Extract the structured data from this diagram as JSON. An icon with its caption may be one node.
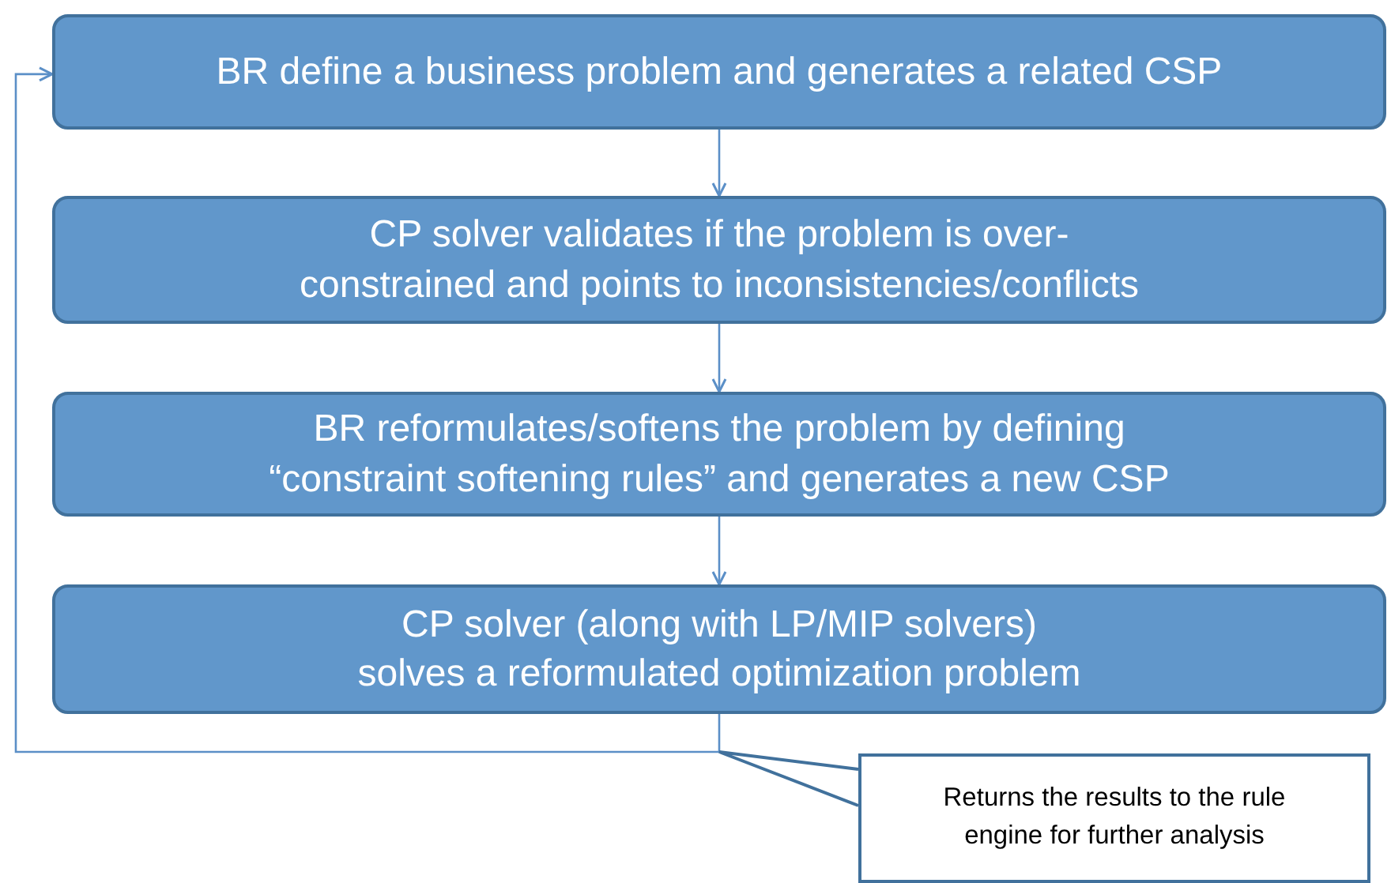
{
  "diagram": {
    "nodes": [
      {
        "text": [
          "BR define a business problem and generates a related CSP"
        ]
      },
      {
        "text": [
          "CP solver validates if the problem is over-constrained and points to inconsistencies/conflicts"
        ]
      },
      {
        "text": [
          "BR reformulates/softens the problem by defining “constraint softening rules” and generates a new  CSP"
        ]
      },
      {
        "text": [
          "CP solver (along with LP/MIP solvers) solves a reformulated optimization problem"
        ]
      },
      {
        "text": [
          "Returns the results to the rule engine for further analysis"
        ]
      }
    ],
    "edges": [
      {
        "from": 0,
        "to": 1,
        "arrow": "to"
      },
      {
        "from": 1,
        "to": 2,
        "arrow": "to"
      },
      {
        "from": 2,
        "to": 3,
        "arrow": "to"
      },
      {
        "from": 3,
        "to": 0,
        "arrow": "to"
      },
      {
        "from": 4,
        "to": null,
        "arrow": "none"
      }
    ]
  }
}
